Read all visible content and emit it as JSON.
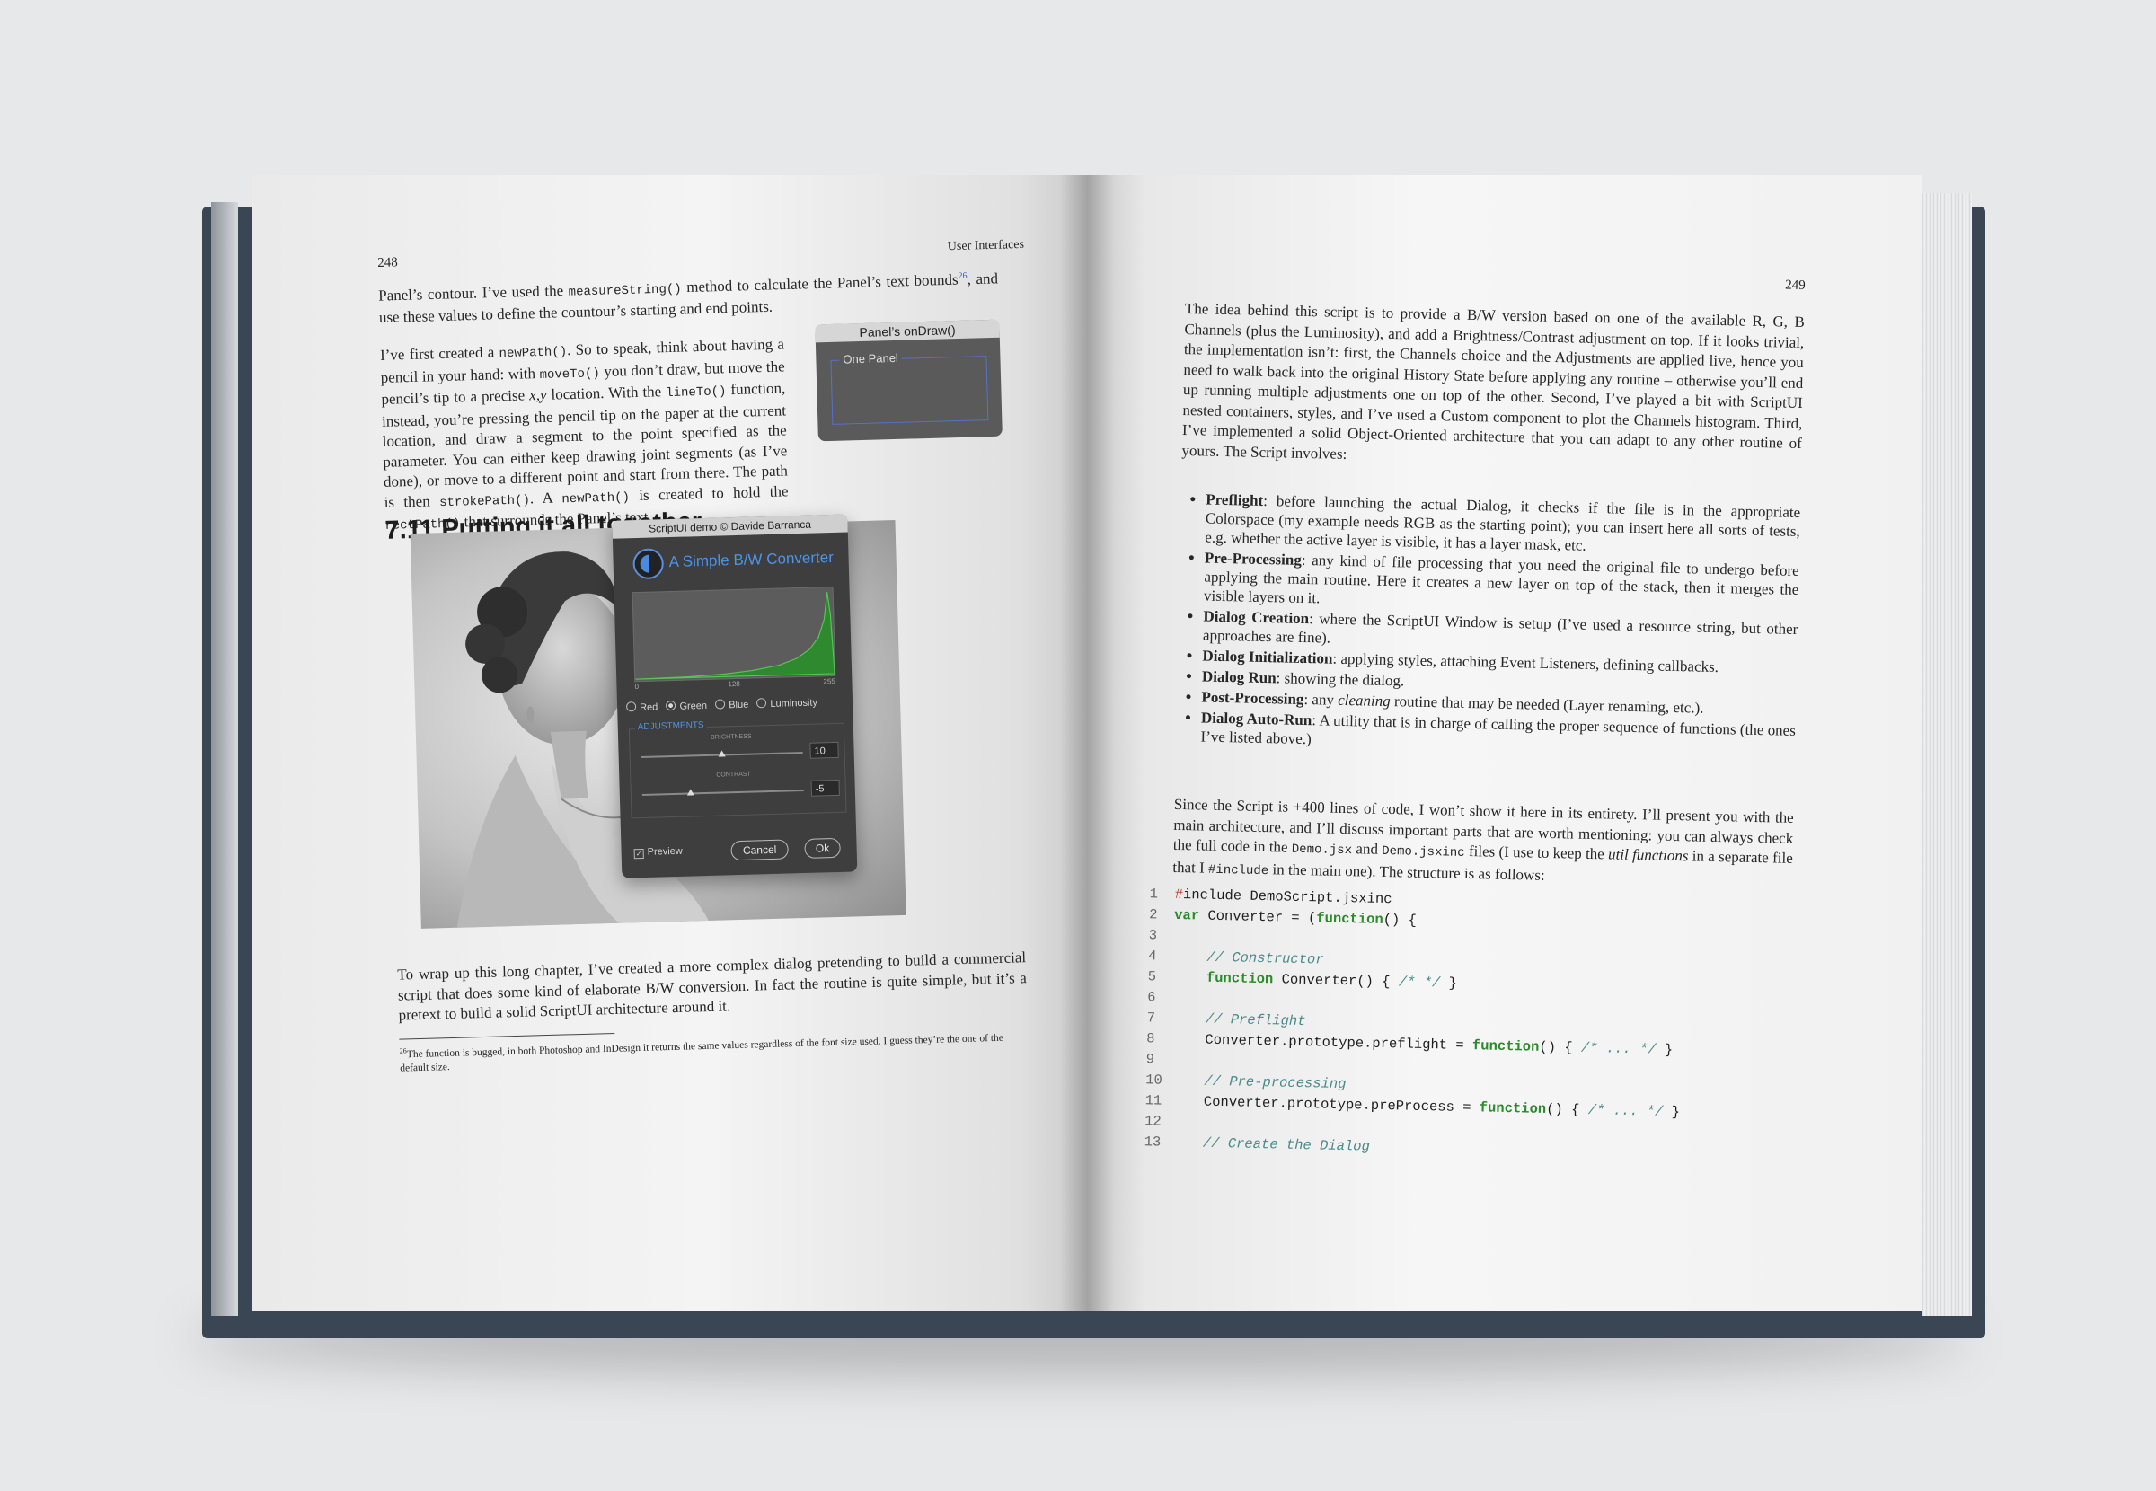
{
  "left_page": {
    "running_head": "User Interfaces",
    "page_number": "248",
    "para1": {
      "part1": "Panel’s contour. I’ve used the ",
      "code1": "measureString()",
      "part2": " method to calculate the Panel’s text bounds",
      "footnote_ref": "26",
      "part3": ", and use these values to define the countour’s starting and end points."
    },
    "para2": {
      "t1": "I’ve first created a ",
      "c1": "newPath()",
      "t2": ". So to speak, think about having a pencil in your hand: with ",
      "c2": "moveTo()",
      "t3": " you don’t draw, but move the pencil’s tip to a precise ",
      "italic": "x,y",
      "t4": " location. With the ",
      "c3": "lineTo()",
      "t5": " function, instead, you’re pressing the pencil tip on the paper at the current location, and draw a segment to the point specified as the parameter. You can either keep drawing joint segments (as I’ve done), or move to a different point and start from there. The path is then ",
      "c4": "strokePath()",
      "t6": ". A ",
      "c5": "newPath()",
      "t7": " is created to hold the ",
      "c6": "rectPath()",
      "t8": " that surrounds the Panel’s text."
    },
    "small_dialog": {
      "title": "Panel’s onDraw()",
      "panel_label": "One Panel"
    },
    "section_heading": "7.11 Putting it all together",
    "main_dialog": {
      "title": "ScriptUI demo © Davide Barranca",
      "heading": "A Simple B/W Converter",
      "hist_ticks": [
        "0",
        "128",
        "255"
      ],
      "channels": [
        "Red",
        "Green",
        "Blue",
        "Luminosity"
      ],
      "selected_channel": "Green",
      "adjustments_label": "ADJUSTMENTS",
      "brightness_label": "BRIGHTNESS",
      "brightness_value": "10",
      "brightness_fraction": 0.5,
      "contrast_label": "CONTRAST",
      "contrast_value": "-5",
      "contrast_fraction": 0.3,
      "preview_label": "Preview",
      "preview_checked": true,
      "cancel_label": "Cancel",
      "ok_label": "Ok"
    },
    "para3": "To wrap up this long chapter, I’ve created a more complex dialog pretending to build a commercial script that does some kind of elaborate B/W conversion. In fact the routine is quite simple, but it’s a pretext to build a solid ScriptUI architecture around it.",
    "footnote": {
      "number": "26",
      "text": "The function is bugged, in both Photoshop and InDesign it returns the same values regardless of the font size used. I guess they’re the one of the default size."
    }
  },
  "right_page": {
    "page_number": "249",
    "para1": "The idea behind this script is to provide a B/W version based on one of the available R, G, B Channels (plus the Luminosity), and add a Brightness/Contrast adjustment on top. If it looks trivial, the implementation isn’t: first, the Channels choice and the Adjustments are applied live, hence you need to walk back into the original History State before applying any routine – otherwise you’ll end up running multiple adjustments one on top of the other. Second, I’ve played a bit with ScriptUI nested containers, styles, and I’ve used a Custom component to plot the Channels histogram. Third, I’ve implemented a solid Object-Oriented architecture that you can adapt to any other routine of yours. The Script involves:",
    "bullets": [
      {
        "term": "Preflight",
        "text": ": before launching the actual Dialog, it checks if the file is in the appropriate Colorspace (my example needs RGB as the starting point); you can insert here all sorts of tests, e.g. whether the active layer is visible, it has a layer mask, etc."
      },
      {
        "term": "Pre-Processing",
        "text": ": any kind of file processing that you need the original file to undergo before applying the main routine. Here it creates a new layer on top of the stack, then it merges the visible layers on it."
      },
      {
        "term": "Dialog Creation",
        "text": ": where the ScriptUI Window is setup (I’ve used a resource string, but other approaches are fine)."
      },
      {
        "term": "Dialog Initialization",
        "text": ": applying styles, attaching Event Listeners, defining callbacks."
      },
      {
        "term": "Dialog Run",
        "text": ": showing the dialog."
      },
      {
        "term": "Post-Processing",
        "text": ": any ",
        "italic": "cleaning",
        "text2": " routine that may be needed (Layer renaming, etc.)."
      },
      {
        "term": "Dialog Auto-Run",
        "text": ": A utility that is in charge of calling the proper sequence of functions (the ones I’ve listed above.)"
      }
    ],
    "para2": {
      "t1": "Since the Script is +400 lines of code, I won’t show it here in its entirety. I’ll present you with the main architecture, and I’ll discuss important parts that are worth mentioning: you can always check the full code in the ",
      "c1": "Demo.jsx",
      "t2": " and ",
      "c2": "Demo.jsxinc",
      "t3": " files (I use to keep the ",
      "italic": "util functions",
      "t4": " in a separate file that I ",
      "c3": "#include",
      "t5": " in the main one). The structure is as follows:"
    },
    "code": [
      {
        "n": "1",
        "parts": [
          {
            "t": "#",
            "c": "red"
          },
          {
            "t": "include DemoScript.jsxinc",
            "c": "plain"
          }
        ]
      },
      {
        "n": "2",
        "parts": [
          {
            "t": "var",
            "c": "kw"
          },
          {
            "t": " Converter = (",
            "c": "plain"
          },
          {
            "t": "function",
            "c": "kw"
          },
          {
            "t": "() {",
            "c": "plain"
          }
        ]
      },
      {
        "n": "3",
        "parts": []
      },
      {
        "n": "4",
        "parts": [
          {
            "t": "    // Constructor",
            "c": "cm"
          }
        ]
      },
      {
        "n": "5",
        "parts": [
          {
            "t": "    ",
            "c": "plain"
          },
          {
            "t": "function",
            "c": "kw"
          },
          {
            "t": " Converter() { ",
            "c": "plain"
          },
          {
            "t": "/* */",
            "c": "cm"
          },
          {
            "t": " }",
            "c": "plain"
          }
        ]
      },
      {
        "n": "6",
        "parts": []
      },
      {
        "n": "7",
        "parts": [
          {
            "t": "    // Preflight",
            "c": "cm"
          }
        ]
      },
      {
        "n": "8",
        "parts": [
          {
            "t": "    Converter.prototype.preflight = ",
            "c": "plain"
          },
          {
            "t": "function",
            "c": "kw"
          },
          {
            "t": "() { ",
            "c": "plain"
          },
          {
            "t": "/* ... */",
            "c": "cm"
          },
          {
            "t": " }",
            "c": "plain"
          }
        ]
      },
      {
        "n": "9",
        "parts": []
      },
      {
        "n": "10",
        "parts": [
          {
            "t": "    // Pre-processing",
            "c": "cm"
          }
        ]
      },
      {
        "n": "11",
        "parts": [
          {
            "t": "    Converter.prototype.preProcess = ",
            "c": "plain"
          },
          {
            "t": "function",
            "c": "kw"
          },
          {
            "t": "() { ",
            "c": "plain"
          },
          {
            "t": "/* ... */",
            "c": "cm"
          },
          {
            "t": " }",
            "c": "plain"
          }
        ]
      },
      {
        "n": "12",
        "parts": []
      },
      {
        "n": "13",
        "parts": [
          {
            "t": "    // Create the Dialog",
            "c": "cm"
          }
        ]
      }
    ]
  }
}
